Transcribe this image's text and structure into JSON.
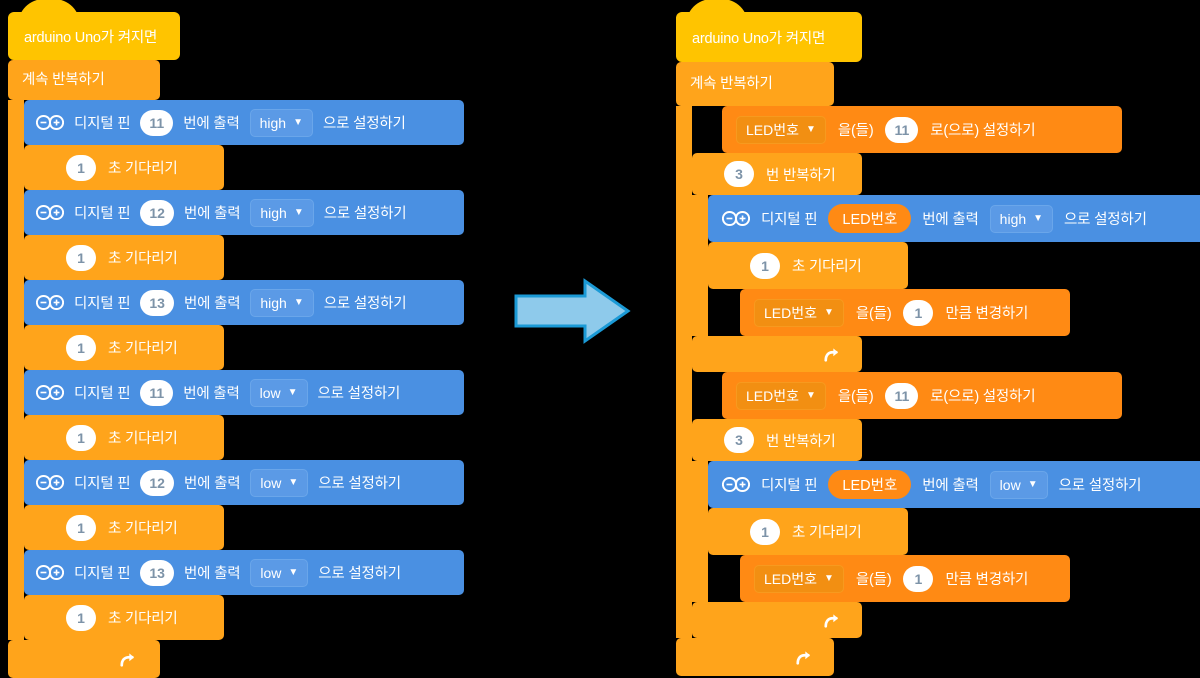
{
  "title": "Arduino block-coding comparison: repeated digital pin blocks vs. variable + repeat loop",
  "colors": {
    "hat_yellow": "#ffc400",
    "loop_orange": "#ffa41b",
    "variable_orange": "#ff8a14",
    "hardware_blue": "#4a90e2",
    "arrow_fill": "#8ecaeb",
    "arrow_stroke": "#1b9ad6",
    "background": "#000000"
  },
  "arrow": {
    "name": "transition-arrow",
    "direction": "right"
  },
  "left_program": {
    "hat": {
      "label": "arduino Uno가 켜지면",
      "icon": "hat-block"
    },
    "forever": {
      "label": "계속 반복하기",
      "end_icon": "loop-return-arrow"
    },
    "blocks": [
      {
        "type": "digital_write",
        "icon": "arduino-icon",
        "pre": "디지털 핀",
        "pin": "11",
        "mid": "번에 출력",
        "value": "high",
        "post": "으로 설정하기"
      },
      {
        "type": "wait",
        "seconds": "1",
        "label": "초 기다리기"
      },
      {
        "type": "digital_write",
        "icon": "arduino-icon",
        "pre": "디지털 핀",
        "pin": "12",
        "mid": "번에 출력",
        "value": "high",
        "post": "으로 설정하기"
      },
      {
        "type": "wait",
        "seconds": "1",
        "label": "초 기다리기"
      },
      {
        "type": "digital_write",
        "icon": "arduino-icon",
        "pre": "디지털 핀",
        "pin": "13",
        "mid": "번에 출력",
        "value": "high",
        "post": "으로 설정하기"
      },
      {
        "type": "wait",
        "seconds": "1",
        "label": "초 기다리기"
      },
      {
        "type": "digital_write",
        "icon": "arduino-icon",
        "pre": "디지털 핀",
        "pin": "11",
        "mid": "번에 출력",
        "value": "low",
        "post": "으로 설정하기"
      },
      {
        "type": "wait",
        "seconds": "1",
        "label": "초 기다리기"
      },
      {
        "type": "digital_write",
        "icon": "arduino-icon",
        "pre": "디지털 핀",
        "pin": "12",
        "mid": "번에 출력",
        "value": "low",
        "post": "으로 설정하기"
      },
      {
        "type": "wait",
        "seconds": "1",
        "label": "초 기다리기"
      },
      {
        "type": "digital_write",
        "icon": "arduino-icon",
        "pre": "디지털 핀",
        "pin": "13",
        "mid": "번에 출력",
        "value": "low",
        "post": "으로 설정하기"
      },
      {
        "type": "wait",
        "seconds": "1",
        "label": "초 기다리기"
      }
    ]
  },
  "right_program": {
    "hat": {
      "label": "arduino Uno가 켜지면",
      "icon": "hat-block"
    },
    "forever": {
      "label": "계속 반복하기",
      "end_icon": "loop-return-arrow"
    },
    "blocks": [
      {
        "type": "set_variable",
        "variable": "LED번호",
        "mid": "을(들)",
        "value": "11",
        "post": "로(으로) 설정하기"
      },
      {
        "type": "repeat",
        "count": "3",
        "label": "번 반복하기",
        "end_icon": "loop-return-arrow",
        "body": [
          {
            "type": "digital_write",
            "icon": "arduino-icon",
            "pre": "디지털 핀",
            "pin_var": "LED번호",
            "mid": "번에 출력",
            "value": "high",
            "post": "으로 설정하기"
          },
          {
            "type": "wait",
            "seconds": "1",
            "label": "초 기다리기"
          },
          {
            "type": "change_variable",
            "variable": "LED번호",
            "mid": "을(들)",
            "value": "1",
            "post": "만큼 변경하기"
          }
        ]
      },
      {
        "type": "set_variable",
        "variable": "LED번호",
        "mid": "을(들)",
        "value": "11",
        "post": "로(으로) 설정하기"
      },
      {
        "type": "repeat",
        "count": "3",
        "label": "번 반복하기",
        "end_icon": "loop-return-arrow",
        "body": [
          {
            "type": "digital_write",
            "icon": "arduino-icon",
            "pre": "디지털 핀",
            "pin_var": "LED번호",
            "mid": "번에 출력",
            "value": "low",
            "post": "으로 설정하기"
          },
          {
            "type": "wait",
            "seconds": "1",
            "label": "초 기다리기"
          },
          {
            "type": "change_variable",
            "variable": "LED번호",
            "mid": "을(들)",
            "value": "1",
            "post": "만큼 변경하기"
          }
        ]
      }
    ]
  }
}
